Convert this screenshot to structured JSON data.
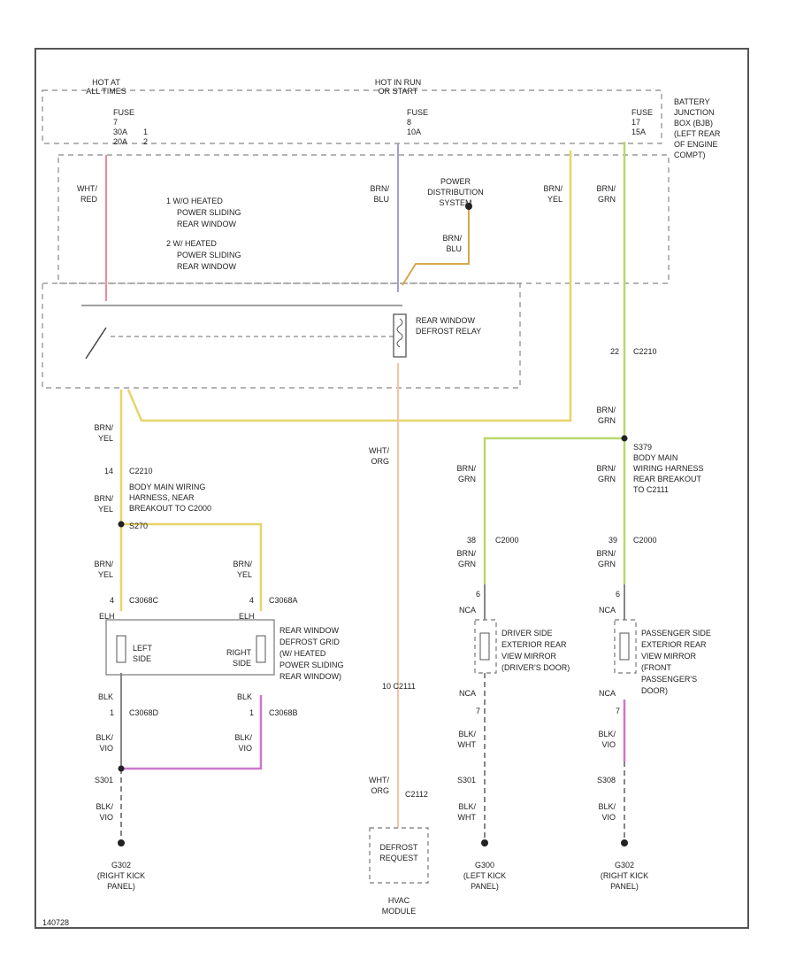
{
  "colors": {
    "red": "#f28b96",
    "brn_blu": "#a99bd0",
    "brn_blu_tap": "#d6a84a",
    "brn_yel": "#e7d36a",
    "brn_grn": "#b9d86a",
    "wht_org": "#f7c4a0",
    "blk_vio": "#cc77cc",
    "black": "#444444"
  },
  "header": {
    "hot_at_all_times": [
      "HOT AT",
      "ALL TIMES"
    ],
    "hot_in_run": [
      "HOT IN RUN",
      "OR START"
    ],
    "battery_junction_box": [
      "BATTERY",
      "JUNCTION",
      "BOX (BJB)",
      "(LEFT REAR",
      "OF ENGINE",
      "COMPT)"
    ]
  },
  "fuses": {
    "left": {
      "label": "FUSE",
      "lines": [
        "7",
        "30A",
        "20A"
      ],
      "pins": [
        "1",
        "2"
      ]
    },
    "center": {
      "label": "FUSE",
      "lines": [
        "8",
        "10A"
      ]
    },
    "right": {
      "label": "FUSE",
      "lines": [
        "17",
        "15A"
      ]
    }
  },
  "notes": {
    "n1": [
      "1  W/O HEATED",
      "POWER SLIDING",
      "REAR WINDOW"
    ],
    "n2": [
      "2  W/ HEATED",
      "POWER SLIDING",
      "REAR WINDOW"
    ]
  },
  "power_distribution": [
    "POWER",
    "DISTRIBUTION",
    "SYSTEM"
  ],
  "relay_label": [
    "REAR WINDOW",
    "DEFROST RELAY"
  ],
  "wires": {
    "wht_red": [
      "WHT/",
      "RED"
    ],
    "brn_blu": [
      "BRN/",
      "BLU"
    ],
    "brn_blu_tap": [
      "BRN/",
      "BLU"
    ],
    "brn_yel_top": [
      "BRN/",
      "YEL"
    ],
    "brn_grn_top": [
      "BRN/",
      "GRN"
    ],
    "brn_grn_mid": [
      "BRN/",
      "GRN"
    ],
    "brn_yel_left": [
      "BRN/",
      "YEL"
    ],
    "brn_yel_left2": [
      "BRN/",
      "YEL"
    ],
    "brn_yel_lg": [
      "BRN/",
      "YEL"
    ],
    "brn_yel_rg": [
      "BRN/",
      "YEL"
    ],
    "wht_org": [
      "WHT/",
      "ORG"
    ],
    "wht_org_low": [
      "WHT/",
      "ORG"
    ],
    "brn_grn_drv": [
      "BRN/",
      "GRN"
    ],
    "brn_grn_pas": [
      "BRN/",
      "GRN"
    ],
    "brn_grn_drv2": [
      "BRN/",
      "GRN"
    ],
    "brn_grn_pas2": [
      "BRN/",
      "GRN"
    ],
    "blk_lg": "BLK",
    "blk_rg": "BLK",
    "blk_vio_l": [
      "BLK/",
      "VIO"
    ],
    "blk_vio_r": [
      "BLK/",
      "VIO"
    ],
    "blk_vio_l2": [
      "BLK/",
      "VIO"
    ],
    "blk_wht_drv": [
      "BLK/",
      "WHT"
    ],
    "blk_wht_drv2": [
      "BLK/",
      "WHT"
    ],
    "blk_vio_pas": [
      "BLK/",
      "VIO"
    ],
    "blk_vio_pas2": [
      "BLK/",
      "VIO"
    ],
    "nca_drv": "NCA",
    "nca_pas": "NCA",
    "nca_drv2": "NCA",
    "nca_pas2": "NCA"
  },
  "connectors": {
    "c2210_right": {
      "pin": "22",
      "name": "C2210"
    },
    "c2210_left": {
      "pin": "14",
      "name": "C2210"
    },
    "s379": "S379",
    "s379_desc": [
      "BODY MAIN",
      "WIRING HARNESS",
      "REAR BREAKOUT",
      "TO C2111"
    ],
    "s270": "S270",
    "s270_desc": [
      "BODY MAIN WIRING",
      "HARNESS, NEAR",
      "BREAKOUT TO C2000"
    ],
    "c2000_drv": {
      "pin": "38",
      "name": "C2000"
    },
    "c2000_pas": {
      "pin": "39",
      "name": "C2000"
    },
    "c3068c": {
      "pin": "4",
      "name": "C3068C"
    },
    "c3068a": {
      "pin": "4",
      "name": "C3068A"
    },
    "c3068d": {
      "pin": "1",
      "name": "C3068D"
    },
    "c3068b": {
      "pin": "1",
      "name": "C3068B"
    },
    "c2111": "10  C2111",
    "c2112": "C2112",
    "pin_drv_top": "6",
    "pin_drv_bot": "7",
    "pin_pas_top": "6",
    "pin_pas_bot": "7"
  },
  "grid": {
    "pin_left": "ELH",
    "pin_right": "ELH",
    "left_label": [
      "LEFT",
      "SIDE"
    ],
    "right_label": [
      "RIGHT",
      "SIDE"
    ],
    "description": [
      "REAR WINDOW",
      "DEFROST GRID",
      "(W/ HEATED",
      "POWER SLIDING",
      "REAR WINDOW)"
    ]
  },
  "mirrors": {
    "driver": [
      "DRIVER SIDE",
      "EXTERIOR REAR",
      "VIEW MIRROR",
      "(DRIVER'S DOOR)"
    ],
    "passenger": [
      "PASSENGER SIDE",
      "EXTERIOR REAR",
      "VIEW MIRROR",
      "(FRONT",
      "PASSENGER'S",
      "DOOR)"
    ]
  },
  "splices": {
    "s301": "S301",
    "s301b": "S301",
    "s308": "S308"
  },
  "grounds": {
    "g302_left": [
      "G302",
      "(RIGHT KICK",
      "PANEL)"
    ],
    "g300": [
      "G300",
      "(LEFT KICK",
      "PANEL)"
    ],
    "g302_right": [
      "G302",
      "(RIGHT KICK",
      "PANEL)"
    ]
  },
  "hvac": {
    "box": [
      "DEFROST",
      "REQUEST"
    ],
    "module": [
      "HVAC",
      "MODULE"
    ]
  },
  "figure_id": "140728"
}
